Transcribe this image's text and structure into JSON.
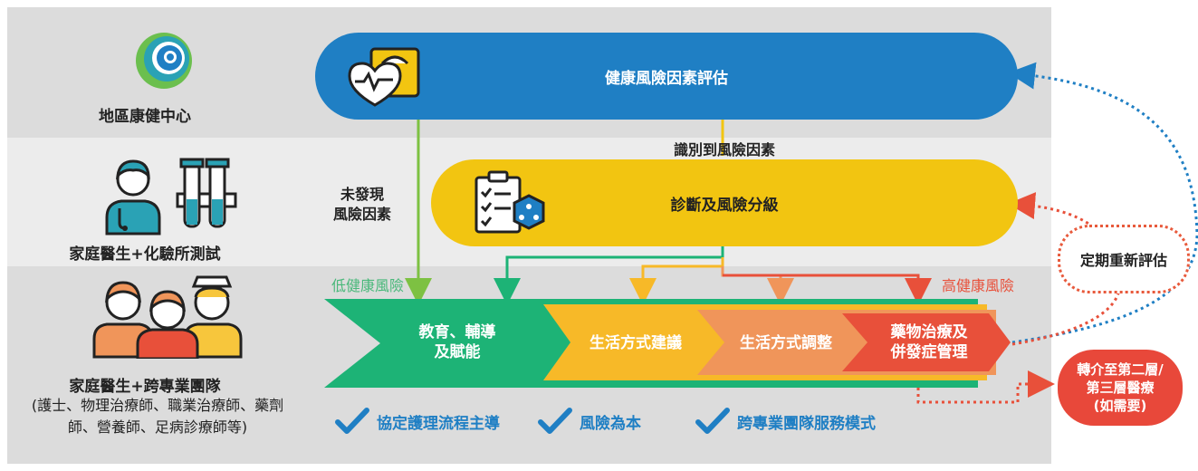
{
  "tiers": [
    {
      "role": "地區康健中心",
      "sub": ""
    },
    {
      "role": "家庭醫生+化驗所測試",
      "sub": ""
    },
    {
      "role": "家庭醫生+跨專業團隊",
      "sub": "(護士、物理治療師、職業治療師、藥劑師、營養師、足病診療師等)"
    }
  ],
  "steps": {
    "assessment": "健康風險因素評估",
    "identified": "識別到風險因素",
    "no_risk": "未發現\n風險因素",
    "diagnosis": "診斷及風險分級",
    "low_risk": "低健康風險",
    "high_risk": "高健康風險"
  },
  "interventions": [
    {
      "label": "教育、輔導\n及賦能",
      "color": "#1db376"
    },
    {
      "label": "生活方式建議",
      "color": "#f7b928"
    },
    {
      "label": "生活方式調整",
      "color": "#f0955a"
    },
    {
      "label": "藥物治療及\n併發症管理",
      "color": "#e8503a"
    }
  ],
  "principles": [
    "協定護理流程主導",
    "風險為本",
    "跨專業團隊服務模式"
  ],
  "reassess": "定期重新評估",
  "referral": "轉介至第二層/\n第三層醫療\n(如需要)",
  "colors": {
    "blue": "#1f7fc4",
    "yellow": "#f2c511",
    "green": "#1db376",
    "orange": "#f0955a",
    "red": "#e8503a",
    "lowrisk_text": "#49b87a",
    "highrisk_text": "#e8503a"
  },
  "icons": [
    "community-health-centre-logo-icon",
    "heart-scale-icon",
    "checklist-molecule-icon",
    "doctor-icon",
    "test-tubes-icon",
    "care-team-icon",
    "check-icon"
  ]
}
